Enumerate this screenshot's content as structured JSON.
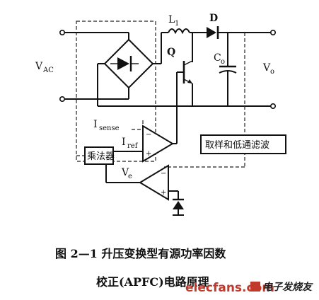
{
  "labels": {
    "vac": "V",
    "vac_sub": "AC",
    "l1": "L",
    "l1_sub": "1",
    "d": "D",
    "q": "Q",
    "co": "C",
    "co_sub": "o",
    "vo": "V",
    "vo_sub": "o",
    "isense": "I",
    "isense_sub": "sense",
    "iref": "I",
    "iref_sub": "ref",
    "ve": "V",
    "ve_sub": "e",
    "multiplier": "乘法器",
    "filter": "取样和低通滤波"
  },
  "caption": {
    "line1": "图 2—1   升压变换型有源功率因数",
    "line2": "校正(APFC)电路原理"
  },
  "watermark": {
    "url": "elecfans.com",
    "cn": "电子发烧友"
  }
}
